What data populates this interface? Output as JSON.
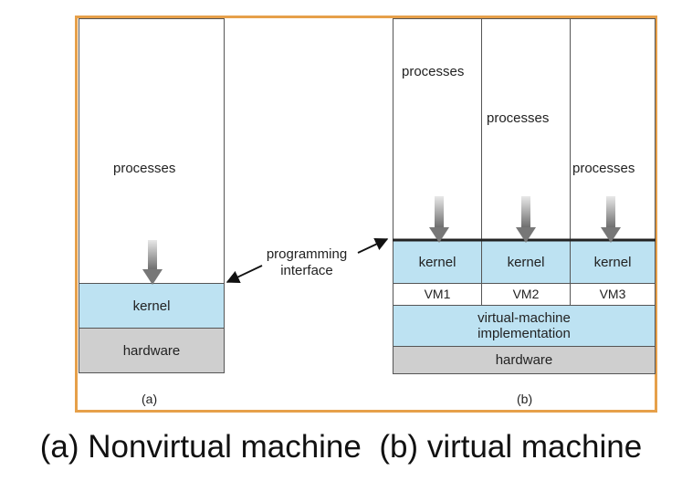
{
  "panel_a": {
    "processes": "processes",
    "kernel": "kernel",
    "hardware": "hardware",
    "label": "(a)"
  },
  "panel_b": {
    "processes": [
      "processes",
      "processes",
      "processes"
    ],
    "kernels": [
      "kernel",
      "kernel",
      "kernel"
    ],
    "vms": [
      "VM1",
      "VM2",
      "VM3"
    ],
    "vm_implementation": "virtual-machine implementation",
    "hardware": "hardware",
    "label": "(b)"
  },
  "programming_interface": "programming interface",
  "caption": "(a) Nonvirtual machine  (b) virtual machine",
  "colors": {
    "border": "#e6a04a",
    "kernel_fill": "#bde2f2",
    "hardware_fill": "#cfcfcf"
  }
}
